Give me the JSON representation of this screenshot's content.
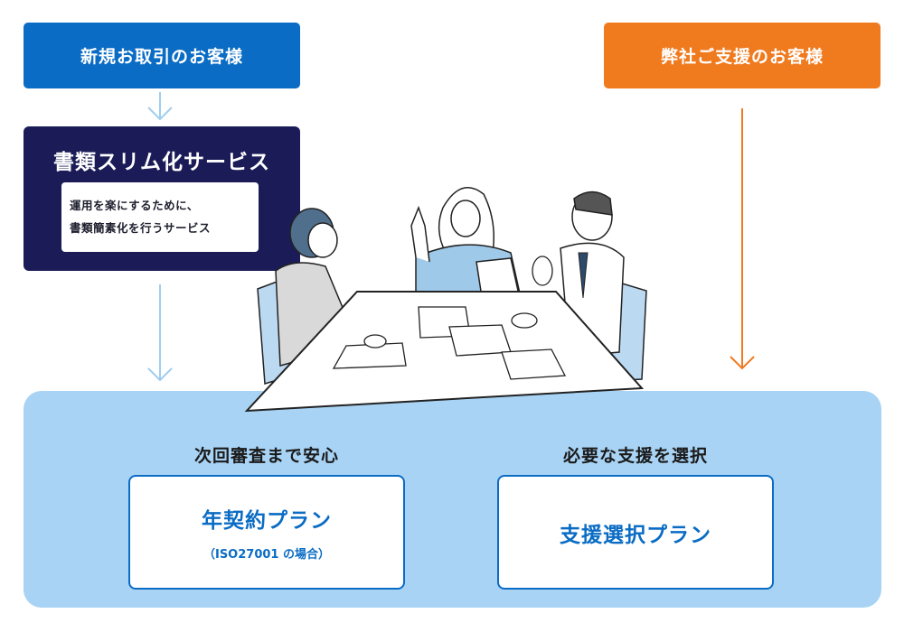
{
  "left_flow": {
    "new_customer_label": "新規お取引のお客様",
    "service": {
      "title": "書類スリム化サービス",
      "description_lines": [
        "運用を楽にするために、",
        "書類簡素化を行うサービス"
      ]
    }
  },
  "right_flow": {
    "support_customer_label": "弊社ご支援のお客様"
  },
  "plans": {
    "annual": {
      "heading": "次回審査まで安心",
      "name": "年契約プラン",
      "note": "（ISO27001 の場合）"
    },
    "selective": {
      "heading": "必要な支援を選択",
      "name": "支援選択プラン"
    }
  },
  "colors": {
    "blue": "#0a6cc4",
    "navy": "#1b1c57",
    "orange": "#f07a1e",
    "light_blue_panel": "#a8d3f4",
    "light_arrow": "#9fcdef"
  },
  "illustration": "meeting-people-at-table"
}
